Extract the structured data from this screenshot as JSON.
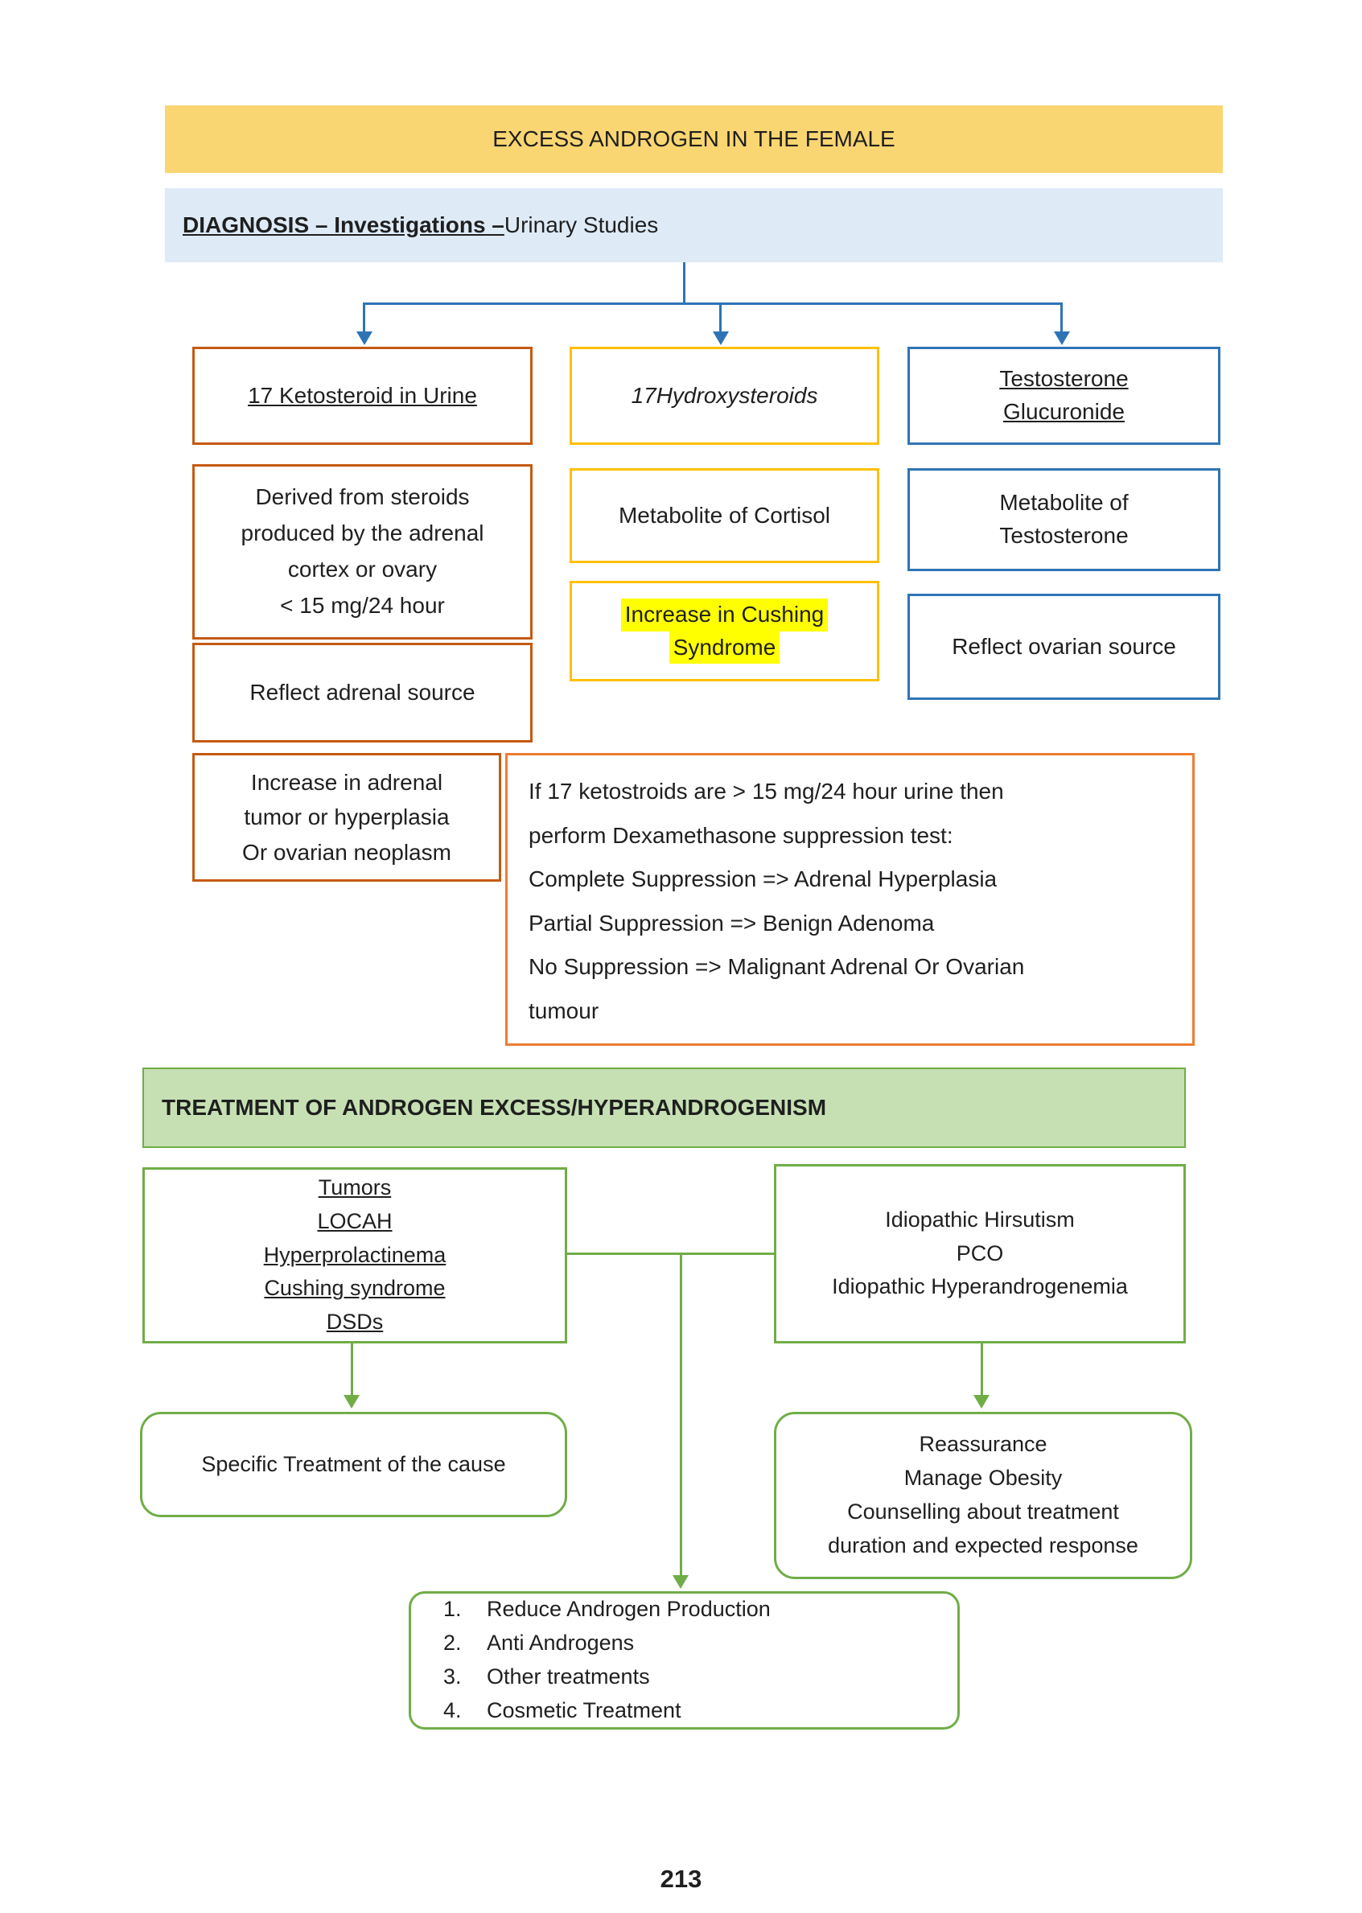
{
  "header": {
    "title": "EXCESS ANDROGEN IN THE FEMALE"
  },
  "diagnosis": {
    "heading_bold": "DIAGNOSIS – Investigations – ",
    "heading_rest": "Urinary Studies",
    "ketosteroid": {
      "title": "17 Ketosteroid in Urine",
      "derived": {
        "l1": "Derived from steroids",
        "l2": "produced by the adrenal",
        "l3": "cortex or ovary",
        "l4": "< 15 mg/24 hour"
      },
      "source": "Reflect adrenal source",
      "increase": {
        "l1": "Increase in adrenal",
        "l2": "tumor or hyperplasia",
        "l3": "Or ovarian neoplasm"
      }
    },
    "hydroxysteroids": {
      "title": "17Hydroxysteroids",
      "metabolite": "Metabolite of Cortisol",
      "increase": {
        "l1": "Increase in Cushing",
        "l2": "Syndrome"
      }
    },
    "testosterone": {
      "title": {
        "l1": "Testosterone",
        "l2": "Glucuronide"
      },
      "metabolite": {
        "l1": "Metabolite of",
        "l2": "Testosterone"
      },
      "source": "Reflect ovarian source"
    },
    "suppression": {
      "l1": "If 17 ketostroids are > 15 mg/24 hour urine then",
      "l2": "perform Dexamethasone suppression test:",
      "l3": "Complete Suppression => Adrenal Hyperplasia",
      "l4": "Partial Suppression => Benign Adenoma",
      "l5": "No Suppression => Malignant Adrenal Or Ovarian",
      "l6": "tumour"
    }
  },
  "treatment": {
    "heading": "TREATMENT OF ANDROGEN EXCESS/HYPERANDROGENISM",
    "specific_causes": {
      "l1": "Tumors",
      "l2": "LOCAH",
      "l3": "Hyperprolactinema",
      "l4": "Cushing syndrome",
      "l5": "DSDs"
    },
    "idiopathic_causes": {
      "l1": "Idiopathic Hirsutism",
      "l2": "PCO",
      "l3": "Idiopathic Hyperandrogenemia"
    },
    "specific_outcome": "Specific Treatment of the cause",
    "idiopathic_outcome": {
      "l1": "Reassurance",
      "l2": "Manage Obesity",
      "l3": "Counselling about treatment",
      "l4": "duration and expected response"
    },
    "options": [
      {
        "num": "1.",
        "label": "Reduce Androgen Production"
      },
      {
        "num": "2.",
        "label": "Anti Androgens"
      },
      {
        "num": "3.",
        "label": "Other treatments"
      },
      {
        "num": "4.",
        "label": "Cosmetic Treatment"
      }
    ]
  },
  "footer": {
    "page_number": "213"
  },
  "colors": {
    "banner_yellow": "#FAD672",
    "banner_blue": "#DEEBF7",
    "orange_dark": "#C55A11",
    "orange_light": "#ED7D31",
    "yellow": "#FFC000",
    "blue": "#2E74B5",
    "green": "#70AD47",
    "green_fill": "#C6E0B4",
    "highlight": "#FFFF00"
  }
}
